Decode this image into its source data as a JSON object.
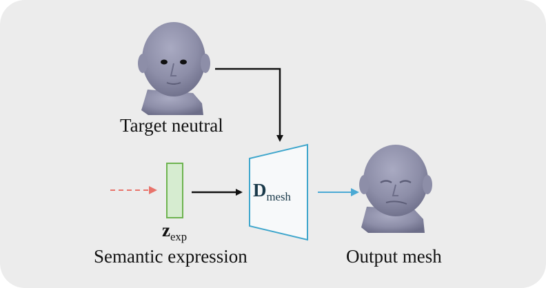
{
  "labels": {
    "target_neutral": "Target neutral",
    "semantic_expression": "Semantic expression",
    "output_mesh": "Output mesh"
  },
  "latent": {
    "symbol": "z",
    "subscript": "exp"
  },
  "decoder": {
    "symbol": "D",
    "subscript": "mesh"
  },
  "colors": {
    "background": "#ececec",
    "decoder_stroke": "#3ea6cc",
    "decoder_fill": "#f7f9fa",
    "latent_stroke": "#6db34f",
    "latent_fill": "#d6ecd0",
    "input_arrow": "#e8736b",
    "output_arrow": "#4aa9d4",
    "arrow": "#111111",
    "head": "#8d8ea8",
    "head_shadow": "#6c6d88"
  },
  "icons": [
    "target-neutral-head-icon",
    "output-mesh-head-icon"
  ]
}
